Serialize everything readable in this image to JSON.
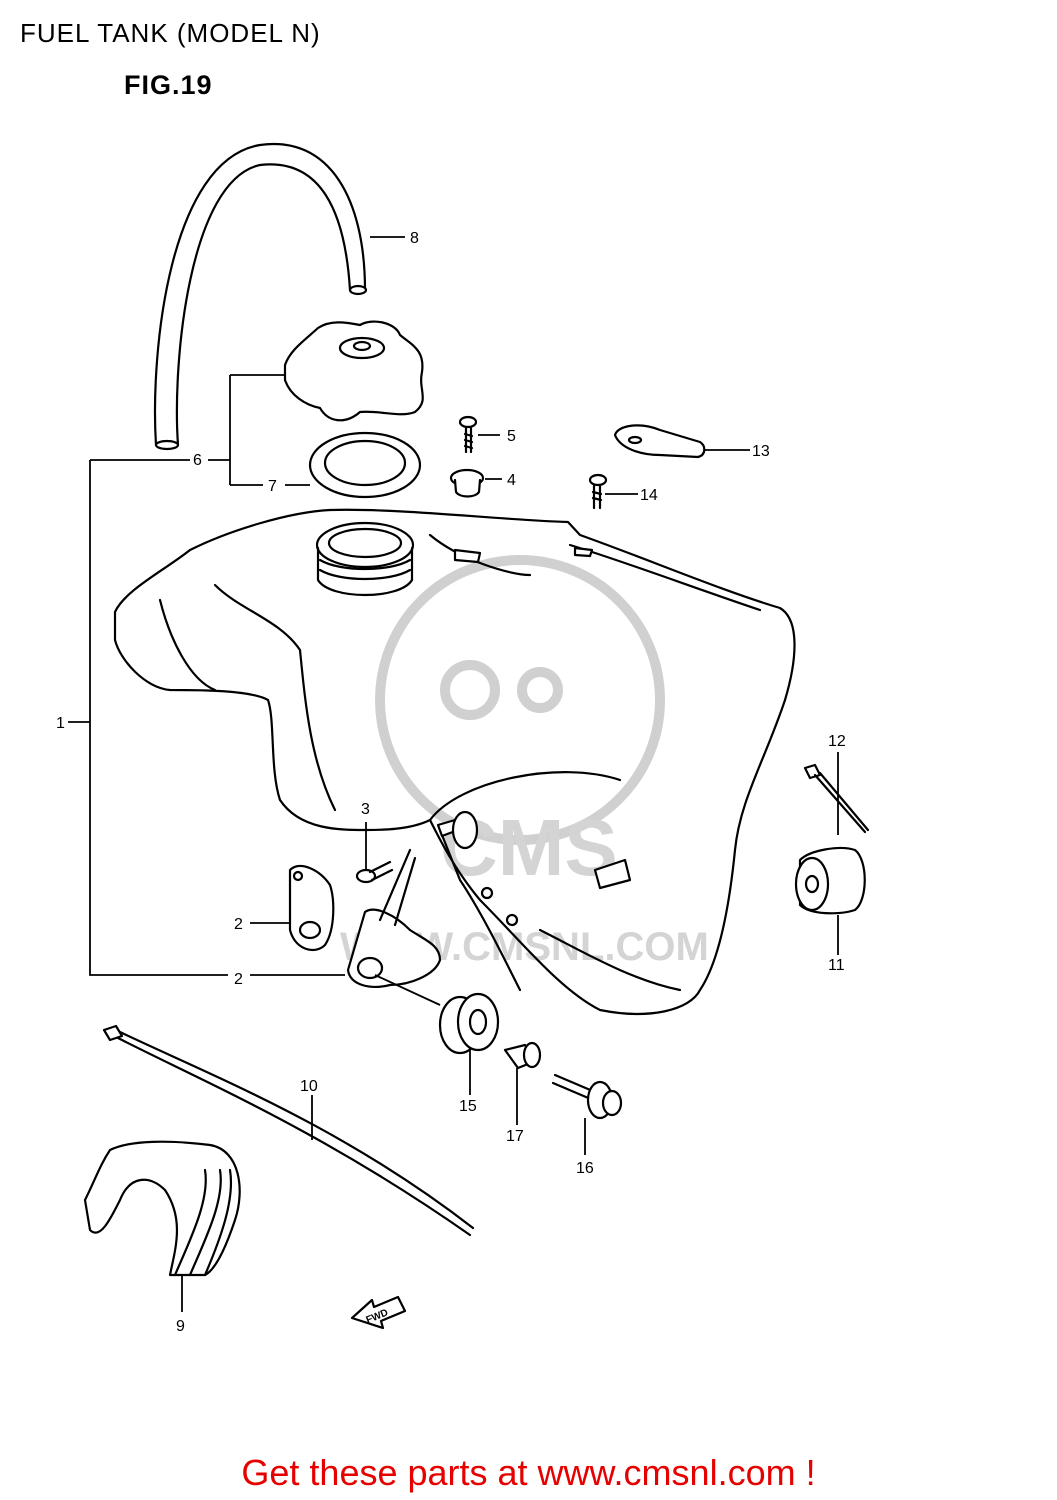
{
  "header": {
    "title": "FUEL TANK (MODEL N)",
    "figure_label": "FIG.19"
  },
  "callouts": [
    "1",
    "2",
    "2",
    "3",
    "4",
    "5",
    "6",
    "7",
    "8",
    "9",
    "10",
    "11",
    "12",
    "13",
    "14",
    "15",
    "16",
    "17"
  ],
  "watermark": {
    "text": "CMS",
    "url": "WWW.CMSNL.COM"
  },
  "direction_marker": "FWD",
  "footer": {
    "promo_text": "Get these parts at www.cmsnl.com !"
  },
  "colors": {
    "promo": "#e60000",
    "line_art": "#000000",
    "watermark": "#d0d0d0"
  }
}
